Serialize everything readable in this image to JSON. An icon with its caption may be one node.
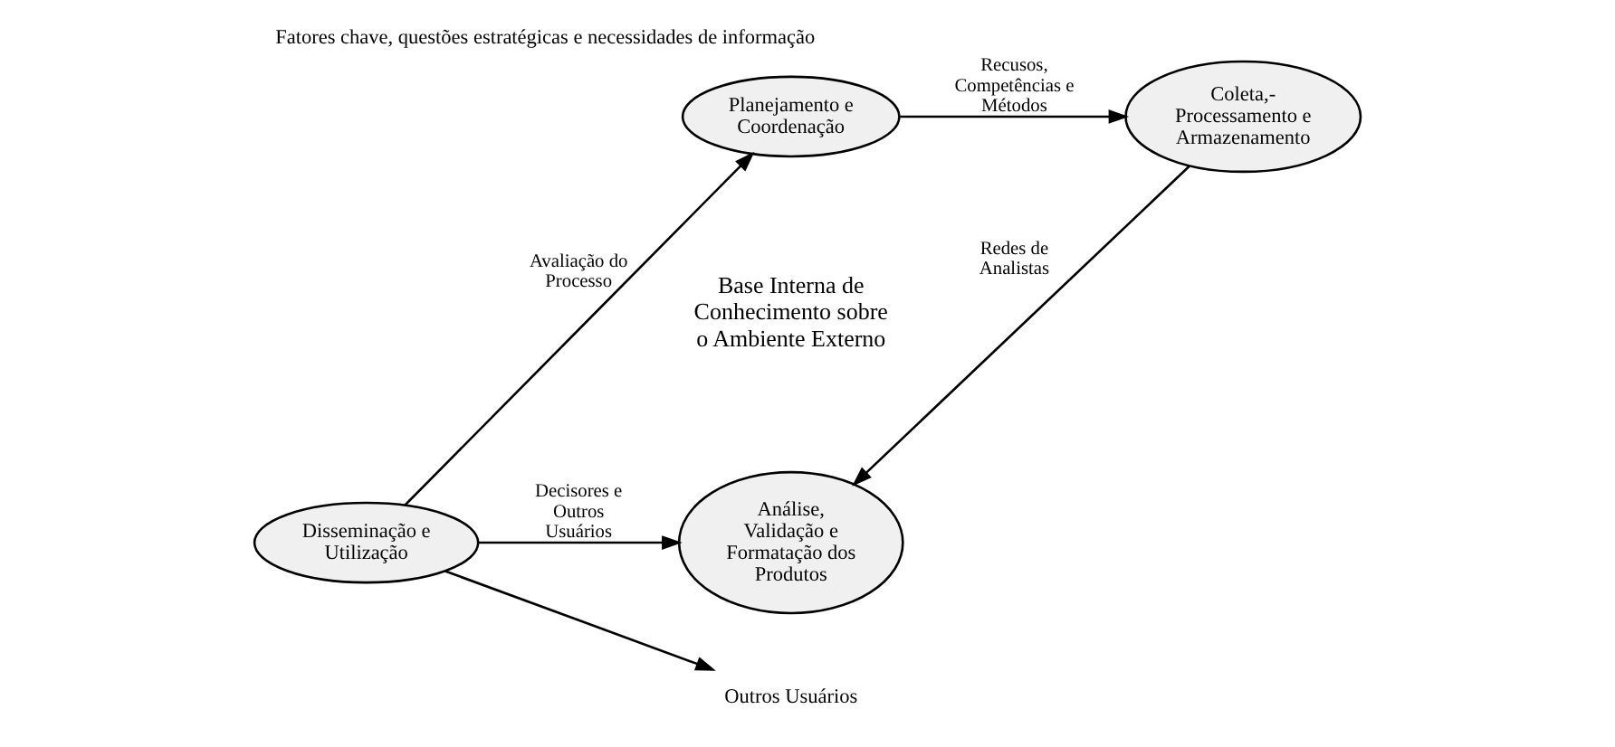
{
  "diagram": {
    "title": "Fatores chave, questões estratégicas e necessidades de informação",
    "nodes": [
      {
        "text": [
          "Planejamento e Coordenação"
        ]
      },
      {
        "text": [
          "Coleta,- Processamento e Armazenamento"
        ]
      },
      {
        "text": [
          "Análise, Validação e Formatação dos Produtos"
        ]
      },
      {
        "text": [
          "Disseminação e Utilização"
        ]
      },
      {
        "text": [
          "Outros Usuários"
        ]
      }
    ],
    "edges": [
      {
        "from": 3,
        "to": 0,
        "arrow": "to",
        "label": "Avaliação do Processo"
      },
      {
        "from": 0,
        "to": 1,
        "arrow": "to",
        "label": "Recusos, Competências e Métodos"
      },
      {
        "from": 1,
        "to": 2,
        "arrow": "to",
        "label": "Redes de Analistas"
      },
      {
        "from": 3,
        "to": 2,
        "arrow": "to",
        "label": "Decisores e Outros Usuários"
      },
      {
        "from": 3,
        "to": 4,
        "arrow": "to"
      }
    ],
    "labels": [
      "Base Interna de Conhecimento sobre o Ambiente Externo"
    ]
  }
}
